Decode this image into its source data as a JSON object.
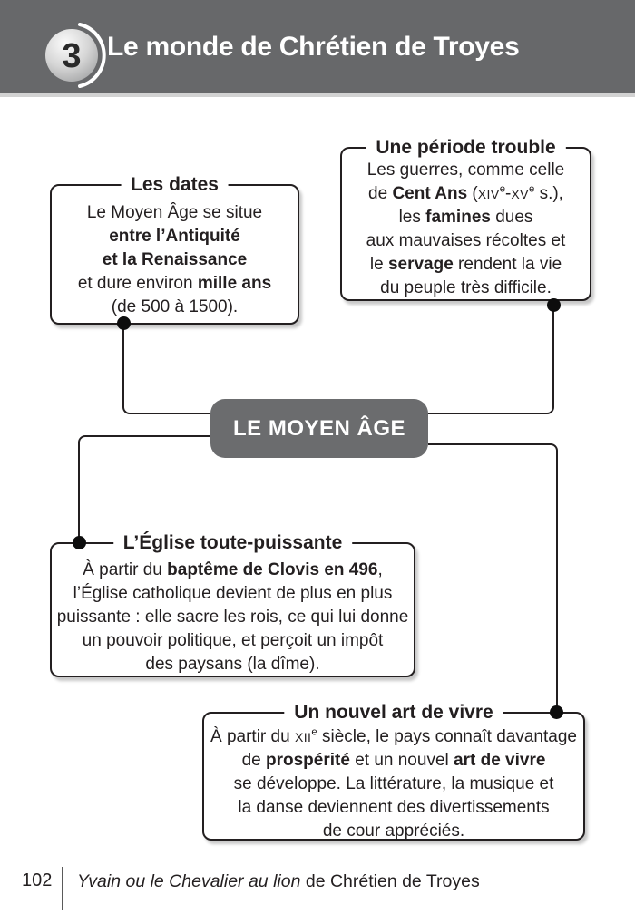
{
  "header": {
    "badge": "3",
    "title": "Le monde de Chrétien de Troyes"
  },
  "diagram": {
    "center_node": "LE MOYEN ÂGE",
    "boxes": {
      "dates": {
        "title": "Les dates",
        "lines": [
          [
            {
              "t": "Le Moyen Âge se situe"
            }
          ],
          [
            {
              "t": "entre l’Antiquité",
              "b": true
            }
          ],
          [
            {
              "t": "et la Renaissance",
              "b": true
            }
          ],
          [
            {
              "t": "et dure environ "
            },
            {
              "t": "mille ans",
              "b": true
            }
          ],
          [
            {
              "t": "(de 500 à 1500)."
            }
          ]
        ]
      },
      "trouble": {
        "title": "Une période trouble",
        "lines": [
          [
            {
              "t": "Les guerres, comme celle"
            }
          ],
          [
            {
              "t": "de "
            },
            {
              "t": "Cent Ans",
              "b": true
            },
            {
              "t": " ("
            },
            {
              "t": "xiv",
              "sc": true
            },
            {
              "t": "e",
              "sup": true
            },
            {
              "t": "-"
            },
            {
              "t": "xv",
              "sc": true
            },
            {
              "t": "e",
              "sup": true
            },
            {
              "t": " s.),"
            }
          ],
          [
            {
              "t": "les "
            },
            {
              "t": "famines",
              "b": true
            },
            {
              "t": " dues"
            }
          ],
          [
            {
              "t": "aux mauvaises récoltes et"
            }
          ],
          [
            {
              "t": "le "
            },
            {
              "t": "servage",
              "b": true
            },
            {
              "t": " rendent la vie"
            }
          ],
          [
            {
              "t": "du peuple très difficile."
            }
          ]
        ]
      },
      "eglise": {
        "title": "L’Église toute-puissante",
        "lines": [
          [
            {
              "t": "À partir du "
            },
            {
              "t": "baptême de Clovis en 496",
              "b": true
            },
            {
              "t": ","
            }
          ],
          [
            {
              "t": "l’Église catholique devient de plus en plus"
            }
          ],
          [
            {
              "t": "puissante : elle sacre les rois, ce qui lui donne"
            }
          ],
          [
            {
              "t": "un pouvoir politique, et perçoit un impôt"
            }
          ],
          [
            {
              "t": "des paysans (la dîme)."
            }
          ]
        ]
      },
      "art": {
        "title": "Un nouvel art de vivre",
        "lines": [
          [
            {
              "t": "À partir du "
            },
            {
              "t": "xii",
              "sc": true
            },
            {
              "t": "e",
              "sup": true
            },
            {
              "t": " siècle, le pays connaît davantage"
            }
          ],
          [
            {
              "t": "de "
            },
            {
              "t": "prospérité",
              "b": true
            },
            {
              "t": " et un nouvel "
            },
            {
              "t": "art de vivre",
              "b": true
            }
          ],
          [
            {
              "t": "se développe. La littérature, la musique et"
            }
          ],
          [
            {
              "t": "la danse deviennent des divertissements"
            }
          ],
          [
            {
              "t": "de cour appréciés."
            }
          ]
        ]
      }
    }
  },
  "footer": {
    "page_number": "102",
    "work_title": "Yvain ou le Chevalier au lion",
    "author_suffix": " de Chrétien de Troyes"
  },
  "colors": {
    "header_band": "#67686a",
    "node_bg": "#6b6c6e",
    "line": "#231f20",
    "text": "#231f20"
  }
}
